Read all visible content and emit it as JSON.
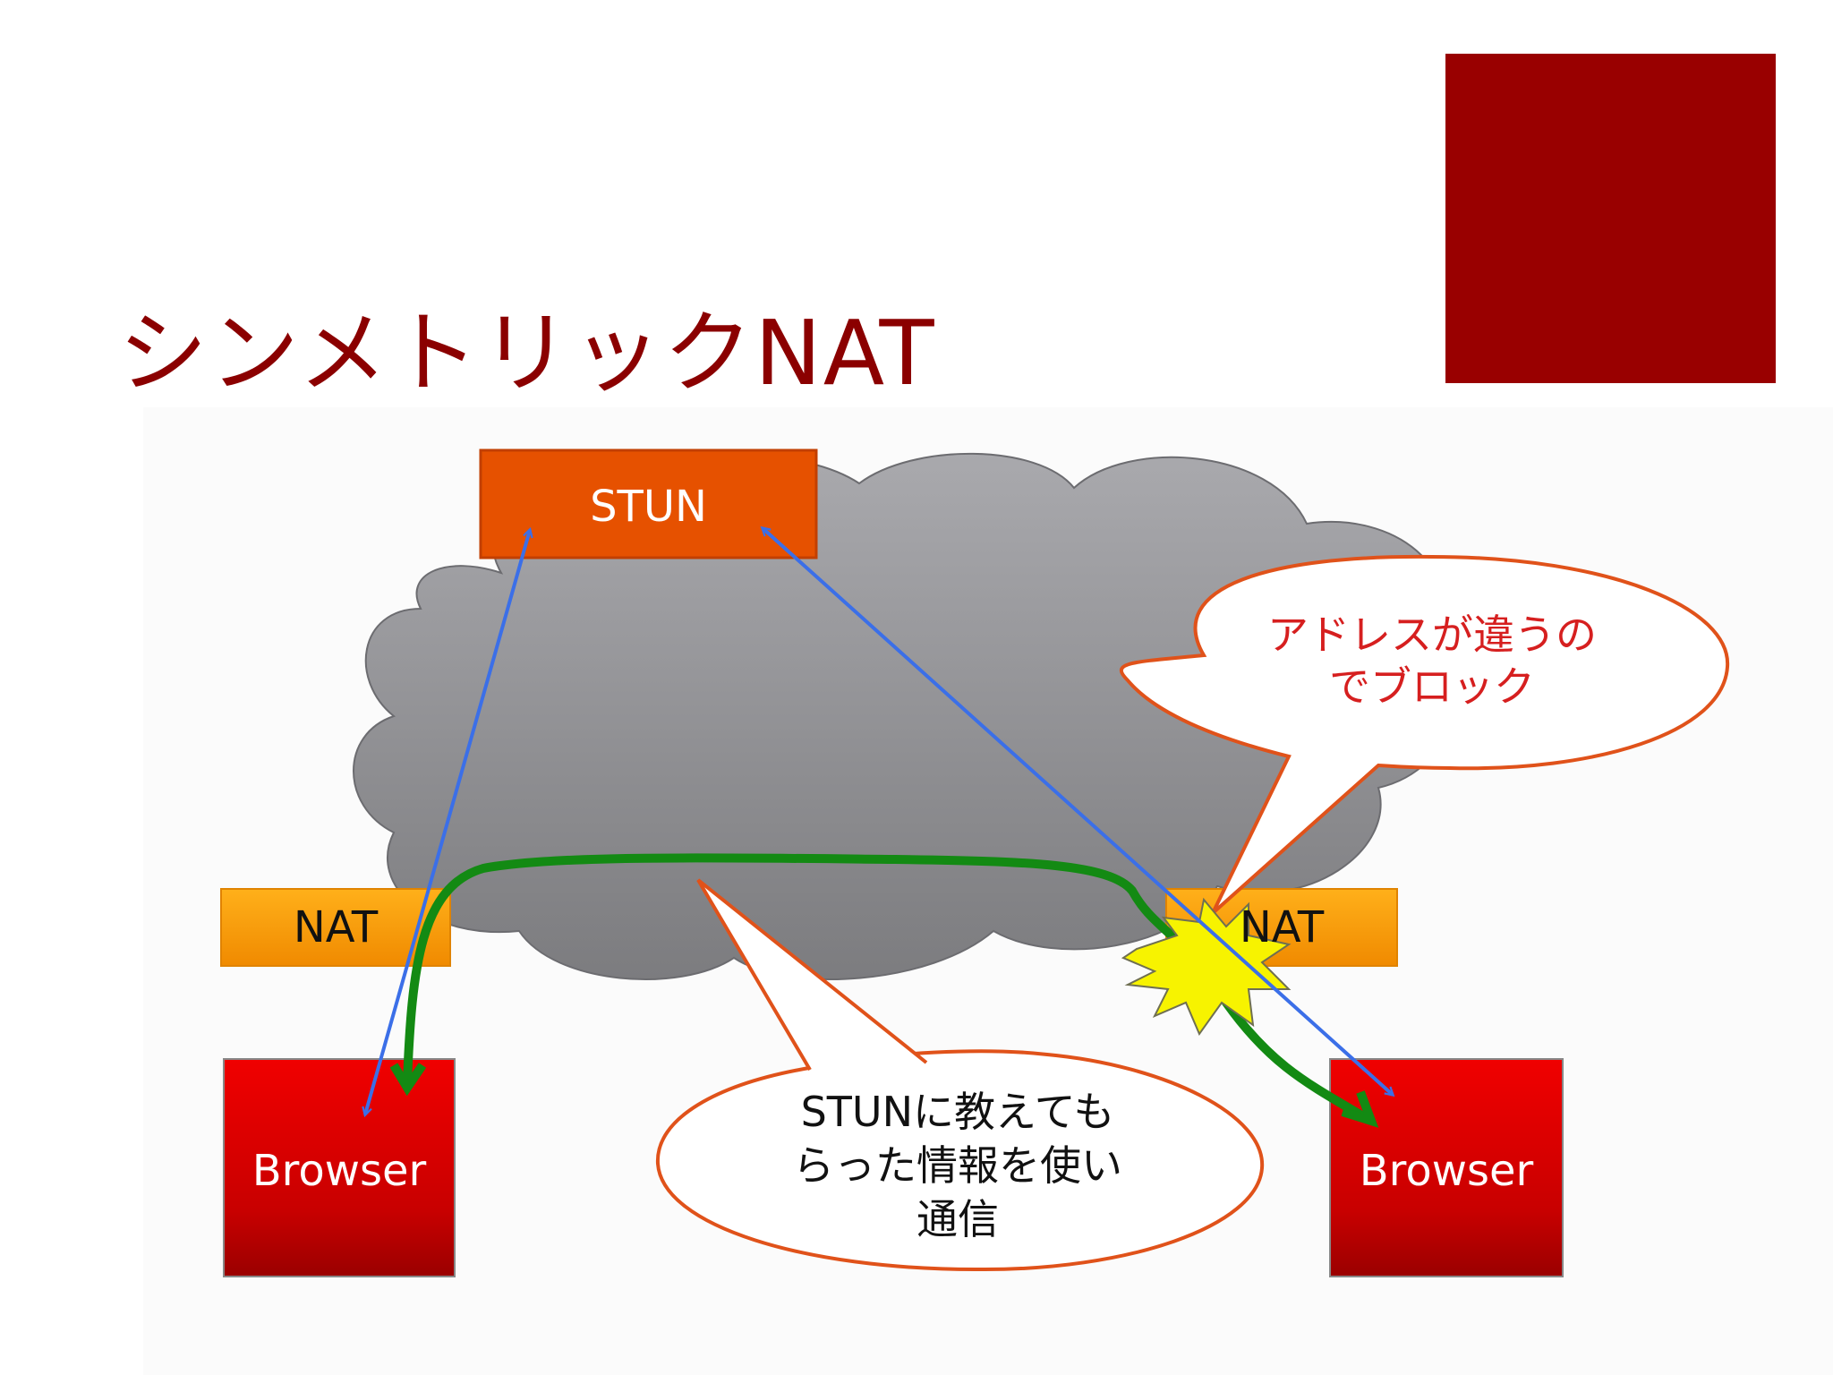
{
  "slide": {
    "title_kana": "シンメトリック",
    "title_latin": "NAT",
    "accent_color": "#990000"
  },
  "diagram": {
    "stun_label": "STUN",
    "nat_left_label": "NAT",
    "nat_right_label": "NAT",
    "browser_left_label": "Browser",
    "browser_right_label": "Browser",
    "bubble_block_lines": [
      "アドレスが違うの",
      "でブロック"
    ],
    "bubble_info_lines": [
      "STUNに教えても",
      "らった情報を使い",
      "通信"
    ],
    "colors": {
      "cloud": "#8f8f93",
      "stun_box": "#e65100",
      "nat_box": "#f59a00",
      "browser_box": "#d50000",
      "blue_arrow": "#3b6fe8",
      "green_path": "#138a13",
      "collision_star": "#f5f000"
    },
    "icons": [
      "cloud-shape",
      "double-arrow",
      "collision-star-icon"
    ]
  }
}
